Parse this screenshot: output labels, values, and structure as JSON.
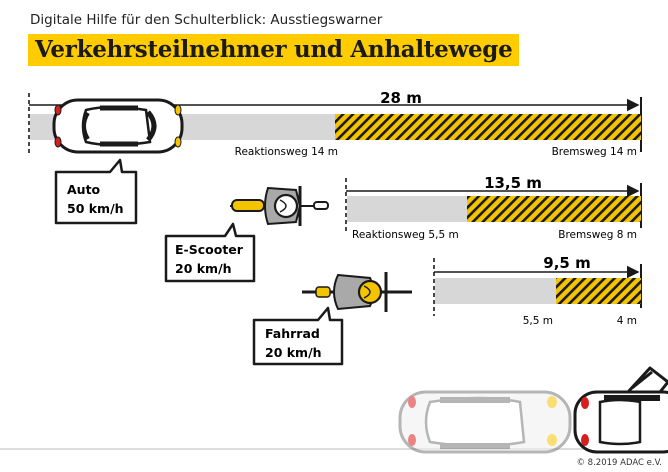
{
  "header": {
    "subtitle": "Digitale Hilfe für den Schulterblick: Ausstiegswarner",
    "title": "Verkehrsteilnehmer und Anhaltewege"
  },
  "rows": [
    {
      "id": "auto",
      "vehicle": "Auto",
      "speed": "50 km/h",
      "total_label": "28 m",
      "reaction_label": "Reaktionsweg 14 m",
      "braking_label": "Bremsweg 14 m",
      "total_m": 28,
      "reaction_m": 14,
      "braking_m": 14
    },
    {
      "id": "escooter",
      "vehicle": "E-Scooter",
      "speed": "20 km/h",
      "total_label": "13,5 m",
      "reaction_label": "Reaktionsweg 5,5 m",
      "braking_label": "Bremsweg 8 m",
      "total_m": 13.5,
      "reaction_m": 5.5,
      "braking_m": 8
    },
    {
      "id": "fahrrad",
      "vehicle": "Fahrrad",
      "speed": "20 km/h",
      "total_label": "9,5 m",
      "reaction_label": "5,5 m",
      "braking_label": "4 m",
      "total_m": 9.5,
      "reaction_m": 5.5,
      "braking_m": 4
    }
  ],
  "colors": {
    "yellow": "#f5c400",
    "reaction_grey": "#d7d7d7",
    "hatch_dark": "#1a1a1a",
    "title_bg": "#ffcc00"
  },
  "footer": {
    "copyright": "© 8.2019 ADAC e.V."
  }
}
